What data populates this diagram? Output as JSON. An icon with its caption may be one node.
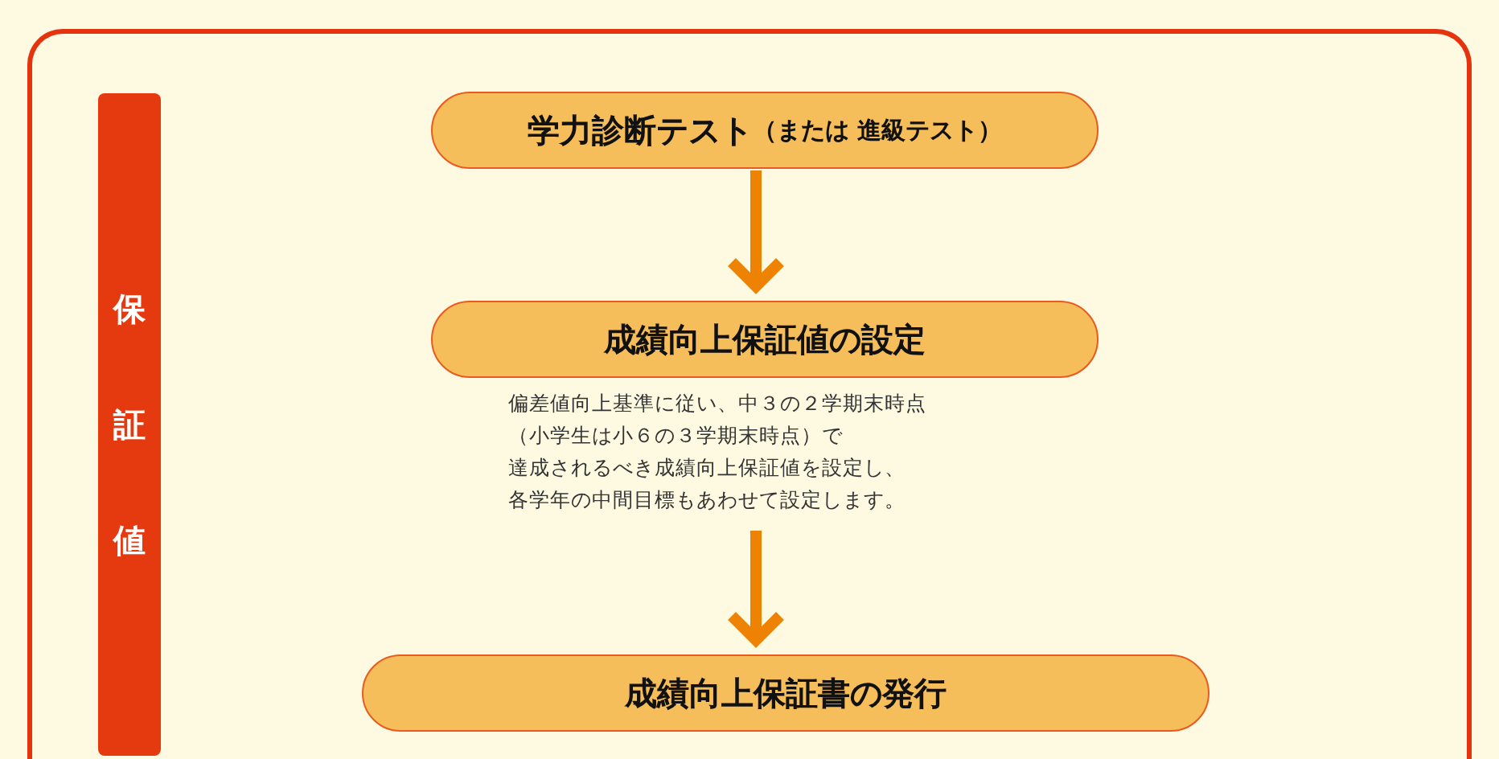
{
  "diagram": {
    "nodes": [
      {
        "text": [],
        "shape": "box"
      },
      {
        "text": [
          "保証値"
        ],
        "in": 0
      },
      {
        "text": [
          "学力診断テスト",
          "（または 進級テスト）"
        ],
        "in": 0
      },
      {
        "text": [
          "成績向上保証値の設定"
        ],
        "in": 0,
        "beside": [
          "偏差値向上基準に従い、中３の２学期末時点",
          "（小学生は小６の３学期末時点）で",
          "達成されるべき成績向上保証値を設定し、",
          "各学年の中間目標もあわせて設定します。"
        ]
      },
      {
        "text": [
          "成績向上保証書の発行"
        ],
        "in": 0
      }
    ],
    "edges": [
      {
        "from": 2,
        "to": 3,
        "arrow": "to"
      },
      {
        "from": 3,
        "to": 4,
        "arrow": "to"
      }
    ]
  }
}
